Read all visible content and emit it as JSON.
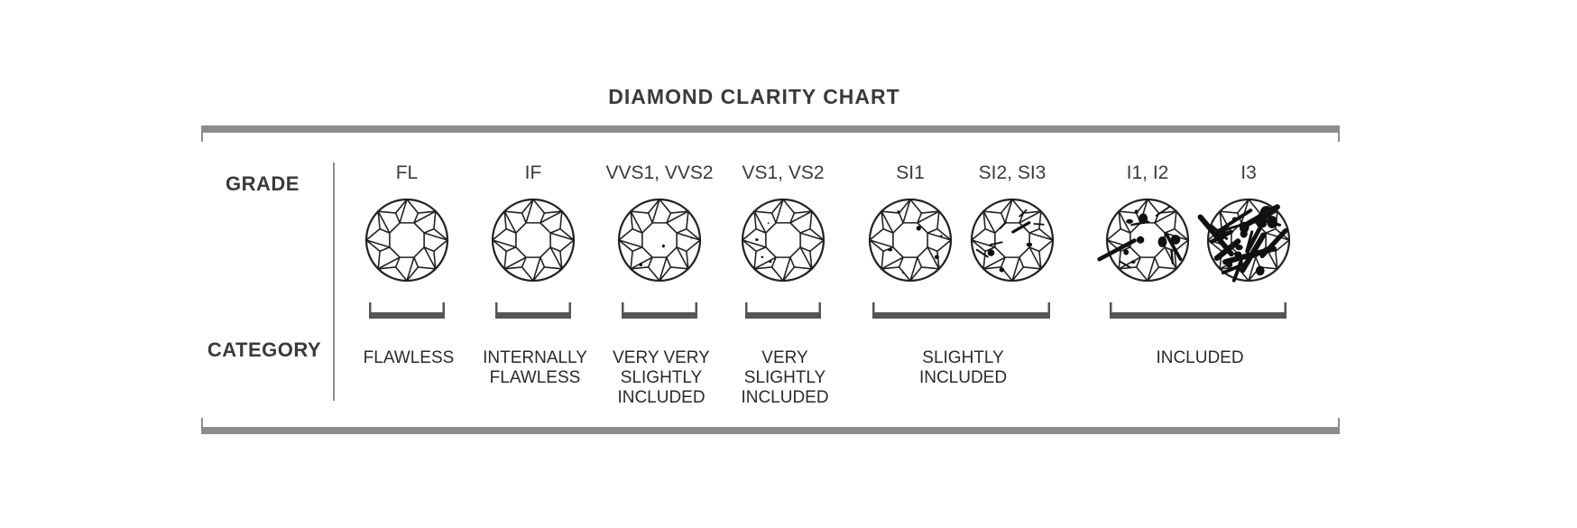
{
  "title": "DIAMOND CLARITY CHART",
  "row_labels": {
    "grade": "GRADE",
    "category": "CATEGORY"
  },
  "grades": [
    {
      "label": "FL",
      "inclusion_level": 0
    },
    {
      "label": "IF",
      "inclusion_level": 0
    },
    {
      "label": "VVS1, VVS2",
      "inclusion_level": 1
    },
    {
      "label": "VS1, VS2",
      "inclusion_level": 2
    },
    {
      "label": "SI1",
      "inclusion_level": 3
    },
    {
      "label": "SI2, SI3",
      "inclusion_level": 4
    },
    {
      "label": "I1, I2",
      "inclusion_level": 5
    },
    {
      "label": "I3",
      "inclusion_level": 6
    }
  ],
  "categories": [
    {
      "lines": [
        "FLAWLESS"
      ],
      "covers": [
        0
      ]
    },
    {
      "lines": [
        "INTERNALLY",
        "FLAWLESS"
      ],
      "covers": [
        1
      ]
    },
    {
      "lines": [
        "VERY VERY",
        "SLIGHTLY",
        "INCLUDED"
      ],
      "covers": [
        2
      ]
    },
    {
      "lines": [
        "VERY",
        "SLIGHTLY",
        "INCLUDED"
      ],
      "covers": [
        3
      ]
    },
    {
      "lines": [
        "SLIGHTLY",
        "INCLUDED"
      ],
      "covers": [
        4,
        5
      ]
    },
    {
      "lines": [
        "INCLUDED"
      ],
      "covers": [
        6,
        7
      ]
    }
  ],
  "colors": {
    "frame": "#8c8c8c",
    "bracket": "#555555",
    "text": "#3a3a3a",
    "gem": "#222222"
  }
}
